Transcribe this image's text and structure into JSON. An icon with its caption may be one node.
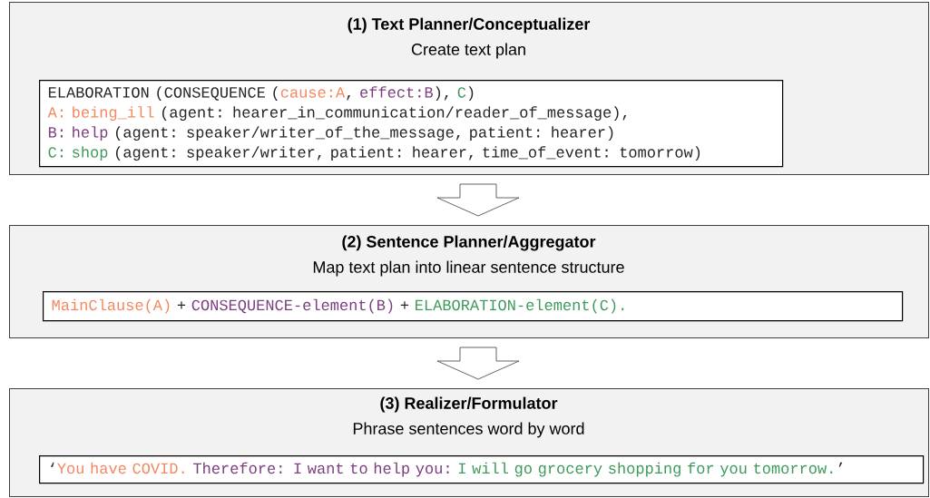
{
  "diagram": {
    "nodes": [
      {
        "text": [
          "(1) Text Planner/Conceptualizer",
          "Create text plan"
        ]
      },
      {
        "text": [
          "ELABORATION (CONSEQUENCE (",
          "cause:A",
          ",",
          "effect:B",
          "),",
          "C",
          ")",
          "A: being_ill",
          "(agent: hearer_in_communication/reader_of_message),",
          "B: help",
          "(agent: speaker/writer_of_the_message, patient: hearer)",
          "C: shop",
          "(agent: speaker/writer, patient: hearer, time_of_event: tomorrow)"
        ],
        "in": 0
      },
      {
        "text": [
          "(2) Sentence Planner/Aggregator",
          "Map text plan into linear sentence structure"
        ]
      },
      {
        "text": [
          "MainClause(A)",
          "+",
          "CONSEQUENCE-element(B)",
          "+",
          "ELABORATION-element(C)."
        ],
        "in": 2
      },
      {
        "text": [
          "(3) Realizer/Formulator",
          "Phrase sentences word by word"
        ]
      },
      {
        "text": [
          "‘",
          "You have COVID.",
          "Therefore: I want to help you:",
          "I will go grocery shopping for you tomorrow.",
          "’"
        ],
        "in": 4
      }
    ],
    "edges": [
      {
        "from": 0,
        "to": 2,
        "arrow": "to"
      },
      {
        "from": 2,
        "to": 4,
        "arrow": "to"
      }
    ]
  }
}
